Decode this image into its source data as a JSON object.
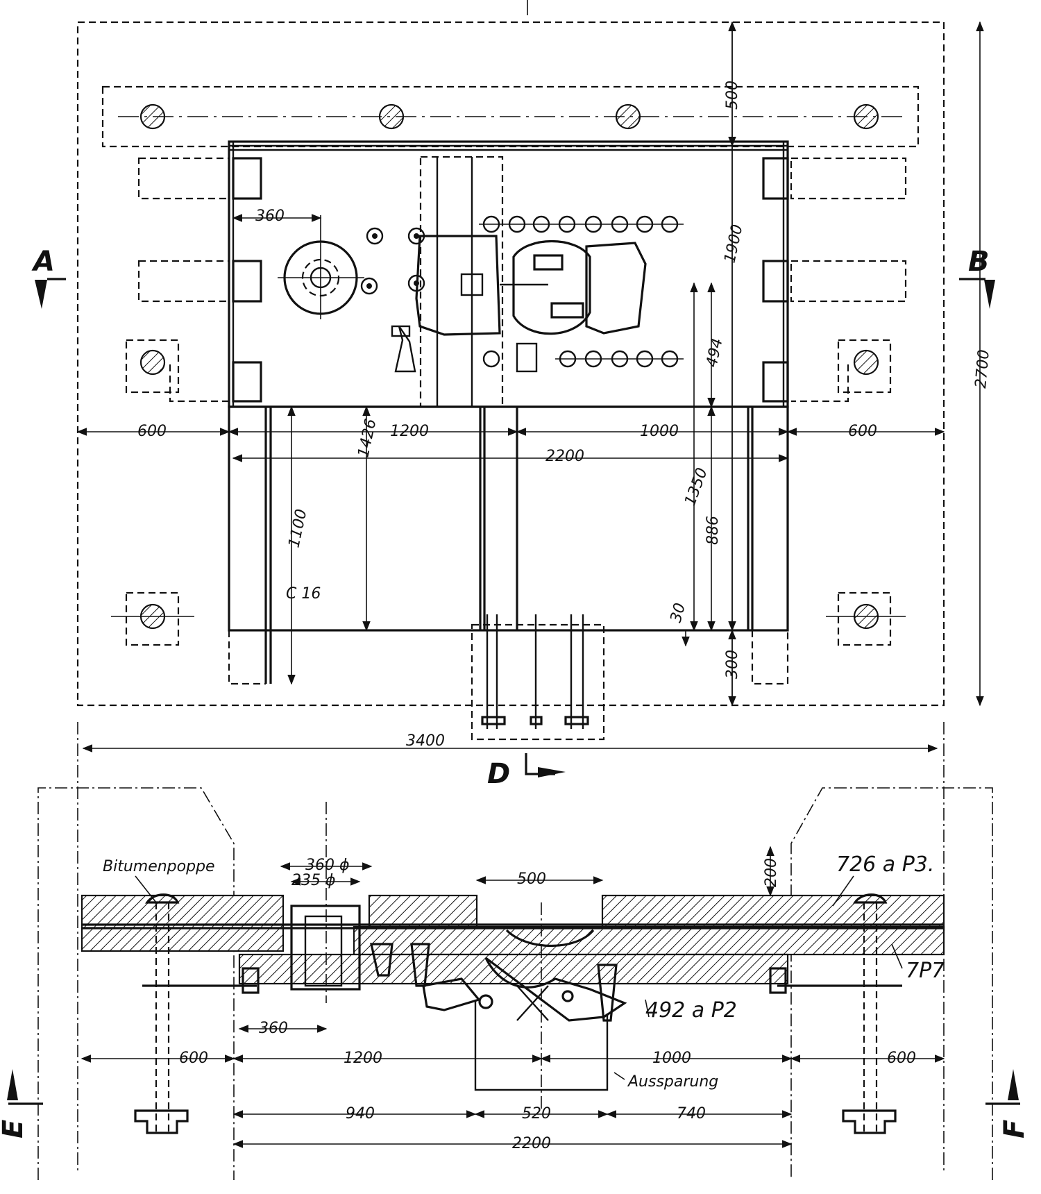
{
  "plan": {
    "section_markers": {
      "a": "A",
      "b": "B",
      "d": "D"
    },
    "dimensions": {
      "d_360": "360",
      "d_600_left": "600",
      "d_1200": "1200",
      "d_1000": "1000",
      "d_600_right": "600",
      "d_2200": "2200",
      "d_1426": "1426",
      "d_1100": "1100",
      "d_1350": "1350",
      "d_886": "886",
      "d_494": "494",
      "d_30": "30",
      "d_300": "300",
      "d_1900": "1900",
      "d_500": "500",
      "d_2700": "2700",
      "d_3400": "3400"
    },
    "labels": {
      "channel": "C 16"
    }
  },
  "section": {
    "section_markers": {
      "e": "E",
      "f": "F"
    },
    "labels": {
      "bitumen": "Bitumenpoppe",
      "ref_726": "726 a P3.",
      "ref_7p7": "7P7",
      "ref_492": "492 a P2",
      "recess": "Aussparung"
    },
    "dimensions": {
      "d_360_phi": "360 ϕ",
      "d_235_phi": "235 ϕ",
      "d_500": "500",
      "d_200": "200",
      "d_360": "360",
      "d_600_left": "600",
      "d_1200": "1200",
      "d_1000": "1000",
      "d_600_right": "600",
      "d_940": "940",
      "d_520": "520",
      "d_740": "740",
      "d_2200": "2200"
    }
  }
}
